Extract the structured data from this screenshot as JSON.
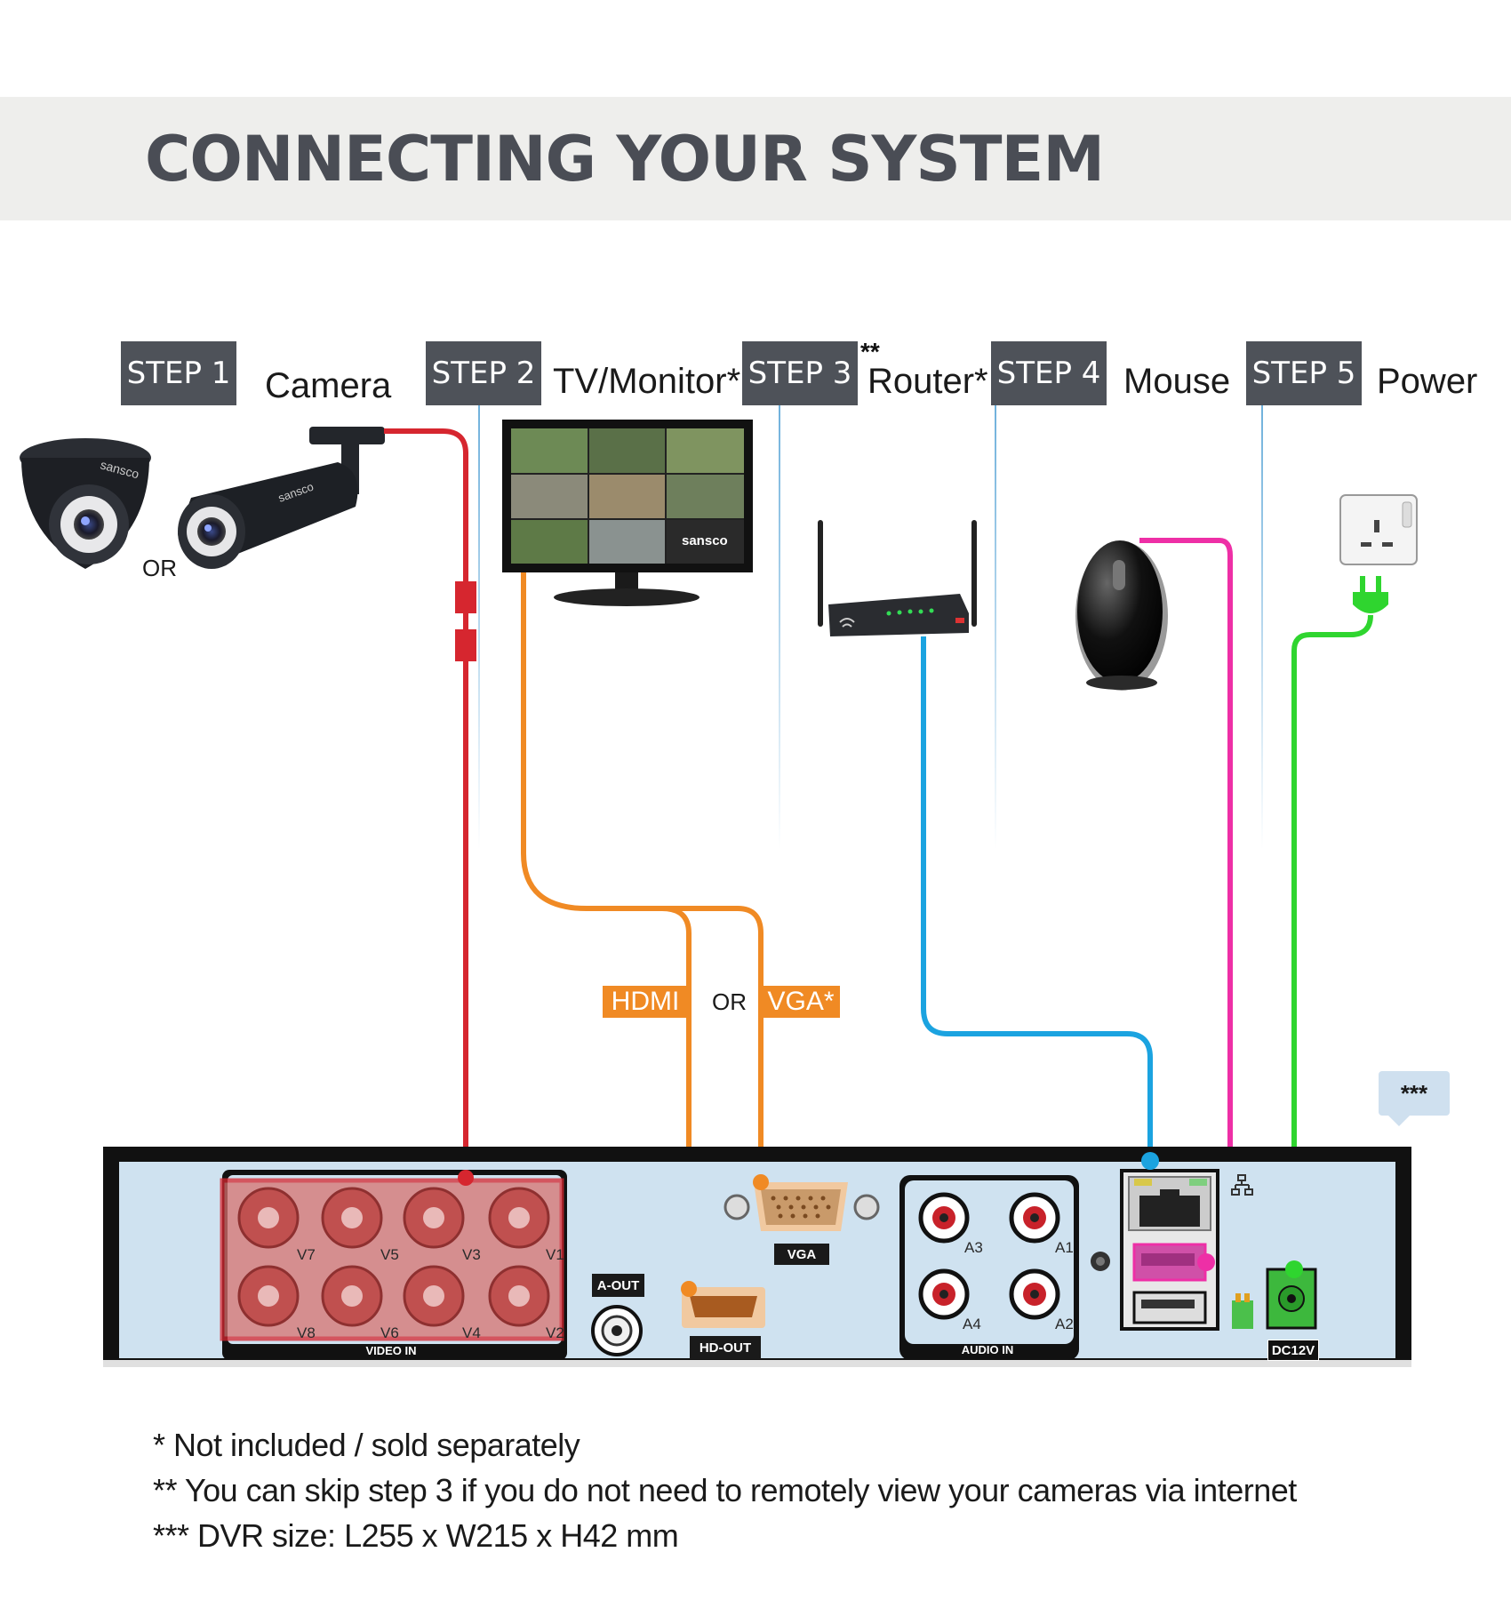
{
  "header": {
    "title": "CONNECTING YOUR SYSTEM"
  },
  "steps": [
    {
      "badge": "STEP 1",
      "label": "Camera"
    },
    {
      "badge": "STEP 2",
      "label": "TV/Monitor*"
    },
    {
      "badge": "STEP 3",
      "label": "Router*",
      "marker": "**"
    },
    {
      "badge": "STEP 4",
      "label": "Mouse"
    },
    {
      "badge": "STEP 5",
      "label": "Power"
    }
  ],
  "camera": {
    "or_label": "OR",
    "brand": "sansco"
  },
  "monitor": {
    "brand": "sansco"
  },
  "video_out": {
    "hdmi": "HDMI",
    "or": "OR",
    "vga": "VGA*"
  },
  "dvr": {
    "size_marker": "***",
    "video_in_label": "VIDEO IN",
    "channels_top": [
      "V7",
      "V5",
      "V3",
      "V1"
    ],
    "channels_bottom": [
      "V8",
      "V6",
      "V4",
      "V2"
    ],
    "aout_label": "A-OUT",
    "hdout_label": "HD-OUT",
    "vga_label": "VGA",
    "audio_in_label": "AUDIO IN",
    "audio_channels": [
      "A3",
      "A1",
      "A4",
      "A2"
    ],
    "power_label": "DC12V"
  },
  "colors": {
    "camera_cable": "#d6262f",
    "video_cable": "#f08a24",
    "network_cable": "#1ba3e0",
    "mouse_cable": "#ee2fa6",
    "power_cable": "#2fd52f"
  },
  "footnotes": [
    "* Not included / sold separately",
    "** You can skip step 3 if you do not need to remotely view your cameras via internet",
    "*** DVR size: L255 x W215 x H42 mm"
  ]
}
